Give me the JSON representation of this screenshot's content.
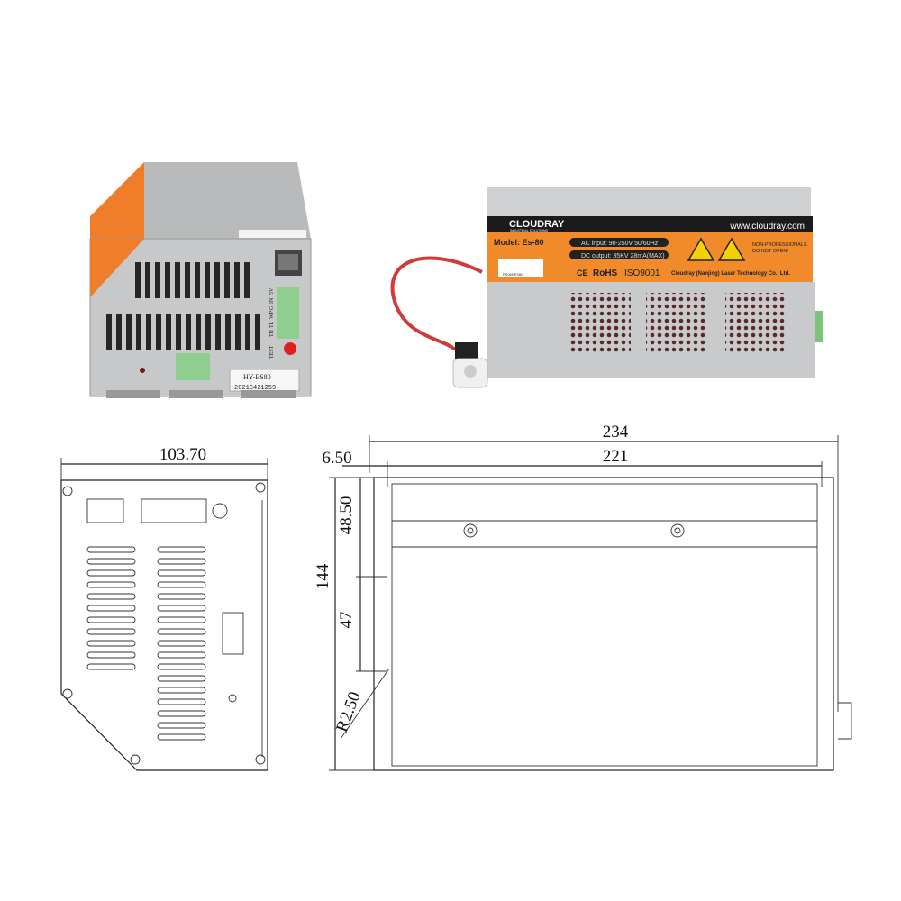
{
  "side_photo": {
    "model_sticker": "HY-ES80",
    "serial": "2021C421259",
    "port_labels": [
      "TEST",
      "TH",
      "TL",
      "WP",
      "G",
      "IN",
      "5V"
    ]
  },
  "front_photo": {
    "brand": "CLOUDRAY",
    "brand_sub": "INDUSTRIAL SOLUTIONS",
    "website": "www.cloudray.com",
    "model": "Model: Es-80",
    "ac_input": "AC input: 90-250V 50/60Hz",
    "dc_output": "DC output: 35KV 28mA(MAX)",
    "warning": [
      "NON-PROFESSIONALS",
      "DO NOT OPEN!"
    ],
    "barcode_text": "PS06HES80",
    "certs": [
      "CE",
      "RoHS",
      "ISO9001"
    ],
    "company": "Cloudray (Nanjing) Laser Technology Co., Ltd."
  },
  "drawing": {
    "end_width": "103.70",
    "overall_length": "234",
    "body_length": "221",
    "offset": "6.50",
    "height": "144",
    "slot_top": "48.50",
    "slot_pitch": "47",
    "radius": "R2.50"
  },
  "colors": {
    "label_orange": "#f08a2a",
    "body_silver": "#c9cacb",
    "label_black": "#1b1b1b",
    "cable_red": "#d03a3a"
  }
}
